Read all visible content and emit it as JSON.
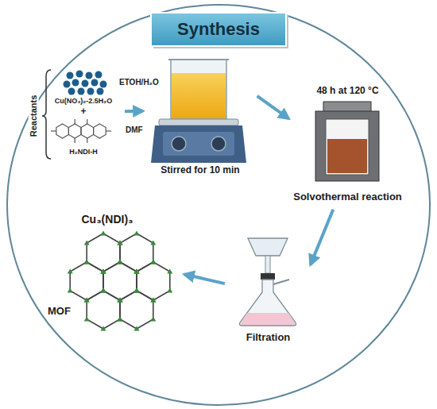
{
  "diagram": {
    "title": "Synthesis",
    "nodes": [
      {
        "text": [
          "Cu(NO₃)₂-2.5H₂O",
          "+",
          "H₂NDI-H"
        ]
      },
      {
        "text": [
          "Stirred for 10 min"
        ]
      },
      {
        "text": [
          "48 h at 120 °C",
          "Solvothermal reaction"
        ]
      },
      {
        "text": [
          "Filtration"
        ]
      },
      {
        "text": [
          "Cu₃(NDI)₃",
          "MOF"
        ]
      }
    ],
    "edges": [
      {
        "from": 0,
        "to": 1,
        "arrow": "to"
      },
      {
        "from": 1,
        "to": 2,
        "arrow": "to"
      },
      {
        "from": 2,
        "to": 3,
        "arrow": "to"
      },
      {
        "from": 3,
        "to": 4,
        "arrow": "to"
      }
    ],
    "labels": [
      "Reactants",
      "ETOH/H₂O",
      "DMF"
    ]
  }
}
